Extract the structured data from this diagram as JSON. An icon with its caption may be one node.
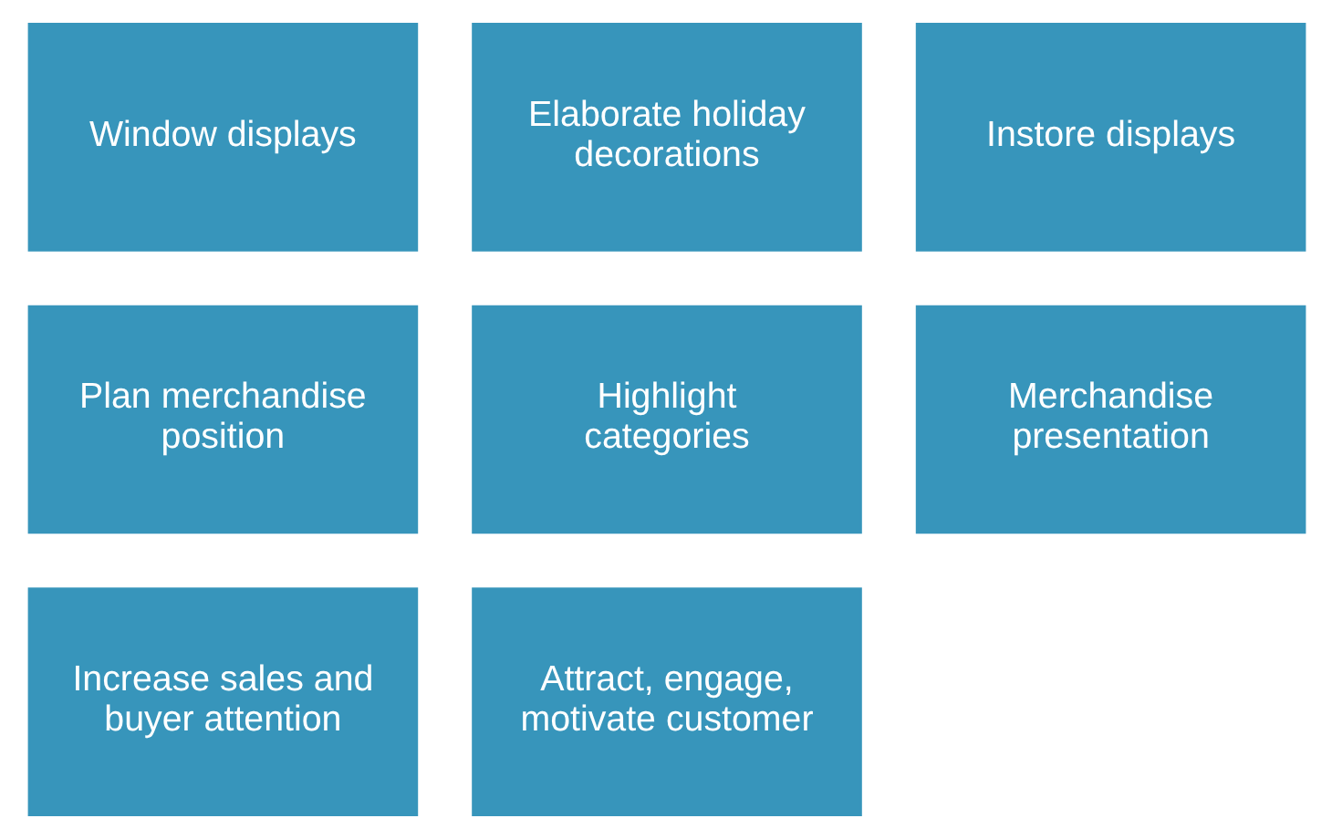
{
  "diagram": {
    "nodes": [
      {
        "text": [
          "Window displays"
        ]
      },
      {
        "text": [
          "Elaborate holiday decorations"
        ]
      },
      {
        "text": [
          "Instore displays"
        ]
      },
      {
        "text": [
          "Plan merchandise position"
        ]
      },
      {
        "text": [
          "Highlight categories"
        ]
      },
      {
        "text": [
          "Merchandise presentation"
        ]
      },
      {
        "text": [
          "Increase sales and buyer attention"
        ]
      },
      {
        "text": [
          "Attract, engage, motivate customer"
        ]
      }
    ]
  }
}
